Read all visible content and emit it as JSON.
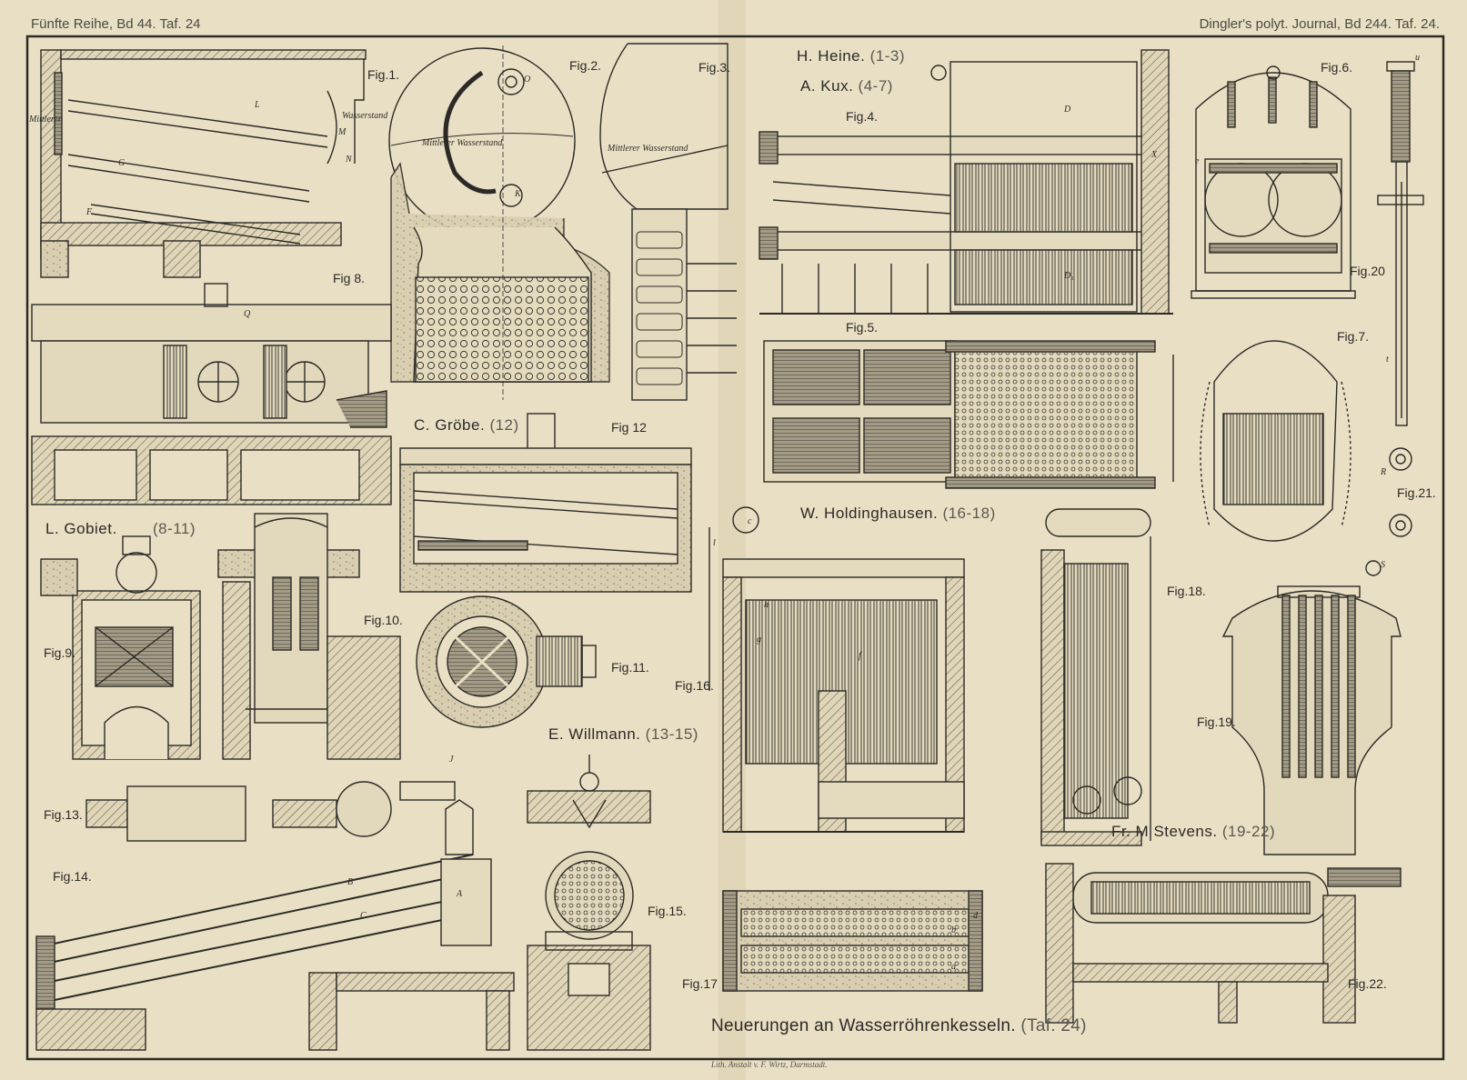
{
  "plate": {
    "header_left": "Fünfte Reihe, Bd 44. Taf. 24",
    "header_right": "Dingler's polyt. Journal, Bd 244. Taf. 24.",
    "title": "Neuerungen an Wasserröhrenkesseln.",
    "title_ref": "(Taf. 24)",
    "credit": "Lith. Anstalt v. F. Wirtz, Darmstadt."
  },
  "authors": [
    {
      "name": "H. Heine.",
      "ref": "(1-3)"
    },
    {
      "name": "A. Kux.",
      "ref": "(4-7)"
    },
    {
      "name": "C. Gröbe.",
      "ref": "(12)"
    },
    {
      "name": "L. Gobiet.",
      "ref": "(8-11)"
    },
    {
      "name": "E. Willmann.",
      "ref": "(13-15)"
    },
    {
      "name": "W. Holdinghausen.",
      "ref": "(16-18)"
    },
    {
      "name": "Fr. M Stevens.",
      "ref": "(19-22)"
    }
  ],
  "figures": {
    "f1": "Fig.1.",
    "f2": "Fig.2.",
    "f3": "Fig.3.",
    "f4": "Fig.4.",
    "f5": "Fig.5.",
    "f6": "Fig.6.",
    "f7": "Fig.7.",
    "f8": "Fig 8.",
    "f9": "Fig.9.",
    "f10": "Fig.10.",
    "f11": "Fig.11.",
    "f12": "Fig 12",
    "f13": "Fig.13.",
    "f14": "Fig.14.",
    "f15": "Fig.15.",
    "f16": "Fig.16.",
    "f17": "Fig.17",
    "f18": "Fig.18.",
    "f19": "Fig.19.",
    "f20": "Fig.20",
    "f21": "Fig.21.",
    "f22": "Fig.22."
  },
  "annotations": {
    "wasserstand": "Wasserstand",
    "mittlerer": "Mittlerer",
    "mittlerer_wasserstand_1": "Mittlerer Wasserstand",
    "mittlerer_wasserstand_2": "Mittlerer Wasserstand",
    "L": "L",
    "G": "G",
    "F": "F",
    "D": "D",
    "D1": "D₁",
    "K": "K",
    "Q": "Q",
    "A": "A",
    "B": "B",
    "C": "C",
    "X": "X",
    "S": "S",
    "R": "R",
    "J": "J",
    "g": "g",
    "f": "f",
    "h": "h",
    "c": "c",
    "e": "e",
    "b": "b",
    "d": "d",
    "a": "a",
    "l": "l",
    "t": "t",
    "u": "u",
    "o": "O",
    "M": "M",
    "N": "N"
  },
  "colors": {
    "paper": "#e8dec3",
    "ink": "#2b2a27",
    "hatch": "#4a4842",
    "brick": "#cfc3a3"
  }
}
